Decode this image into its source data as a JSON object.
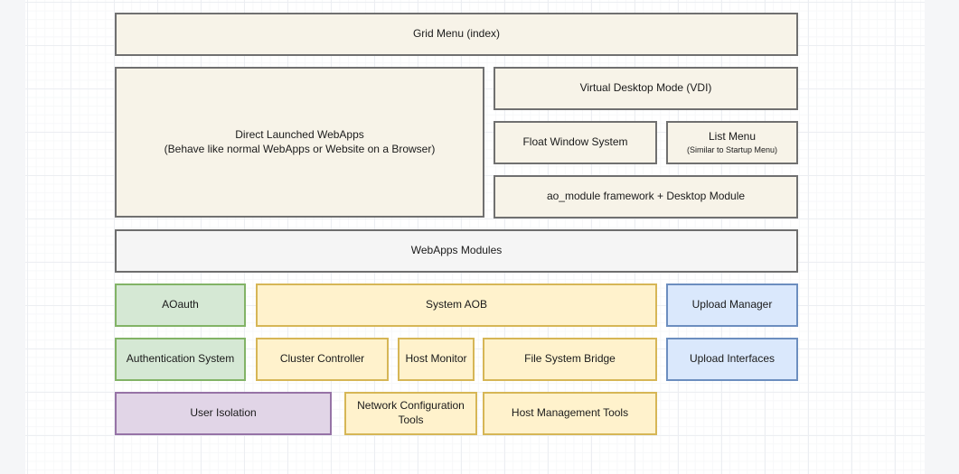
{
  "nodes": {
    "grid_menu": {
      "label": "Grid Menu (index)"
    },
    "direct_webapps": {
      "label": "Direct Launched WebApps",
      "sublabel": "(Behave like normal WebApps or Website on a Browser)"
    },
    "vdi": {
      "label": "Virtual Desktop Mode (VDI)"
    },
    "float_window": {
      "label": "Float Window System"
    },
    "list_menu": {
      "label": "List Menu",
      "sublabel": "(Similar to Startup Menu)"
    },
    "ao_module": {
      "label": "ao_module framework + Desktop Module"
    },
    "webapps_modules": {
      "label": "WebApps Modules"
    },
    "aoauth": {
      "label": "AOauth"
    },
    "system_aob": {
      "label": "System AOB"
    },
    "upload_manager": {
      "label": "Upload Manager"
    },
    "auth_system": {
      "label": "Authentication System"
    },
    "cluster_controller": {
      "label": "Cluster Controller"
    },
    "host_monitor": {
      "label": "Host Monitor"
    },
    "fs_bridge": {
      "label": "File System Bridge"
    },
    "upload_interfaces": {
      "label": "Upload Interfaces"
    },
    "user_isolation": {
      "label": "User Isolation"
    },
    "network_config": {
      "label": "Network Configuration Tools"
    },
    "host_mgmt": {
      "label": "Host Management Tools"
    }
  },
  "colors": {
    "beige_fill": "#f7f3e8",
    "beige_border": "#707070",
    "gray_fill": "#f5f5f5",
    "gray_border": "#6e6e6e",
    "green_fill": "#d5e8d4",
    "green_border": "#82b366",
    "yellow_fill": "#fff2cc",
    "yellow_border": "#d6b656",
    "blue_fill": "#dae8fc",
    "blue_border": "#6c8ebf",
    "purple_fill": "#e1d5e7",
    "purple_border": "#9673a6",
    "canvas_bg": "#ffffff",
    "gutter_bg": "#f5f6f8",
    "grid_major": "#eceef2",
    "grid_minor": "#f7f8f9"
  }
}
